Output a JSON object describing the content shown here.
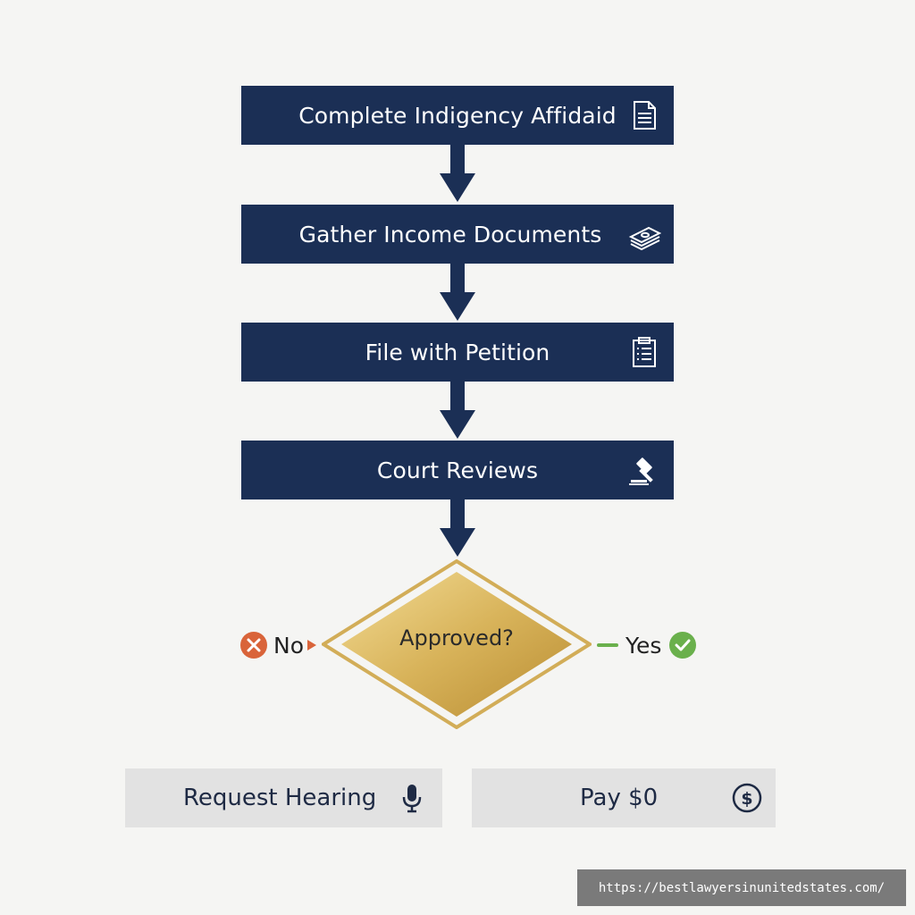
{
  "flow": {
    "steps": [
      {
        "label": "Complete Indigency Affidaid",
        "icon": "document-icon"
      },
      {
        "label": "Gather Income Documents",
        "icon": "money-stack-icon"
      },
      {
        "label": "File with Petition",
        "icon": "clipboard-icon"
      },
      {
        "label": "Court Reviews",
        "icon": "gavel-icon"
      }
    ],
    "decision": {
      "label": "Approved?"
    },
    "branches": {
      "no": {
        "label": "No",
        "icon": "x-circle-icon",
        "color": "#d9643a"
      },
      "yes": {
        "label": "Yes",
        "icon": "check-circle-icon",
        "color": "#6ab04c"
      }
    },
    "outcomes": {
      "no": {
        "label": "Request Hearing",
        "icon": "microphone-icon"
      },
      "yes": {
        "label": "Pay $0",
        "icon": "dollar-circle-icon"
      }
    }
  },
  "watermark": {
    "url": "https://bestlawyersinunitedstates.com/"
  },
  "colors": {
    "step_bg": "#1b2f55",
    "gold": "#c9a24a",
    "outcome_bg": "#e2e2e2",
    "background": "#f5f5f3"
  }
}
